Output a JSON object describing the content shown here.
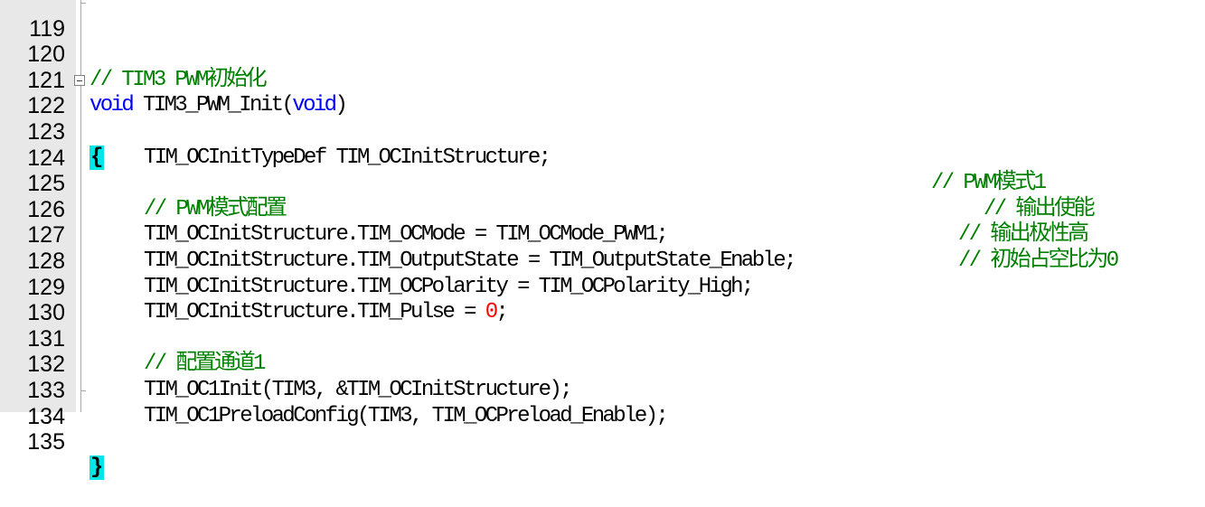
{
  "editor": {
    "lines": [
      {
        "num": "119"
      },
      {
        "num": "120",
        "comment": "// TIM3 PWM初始化"
      },
      {
        "num": "121",
        "kw1": "void",
        "text": " TIM3_PWM_Init(",
        "kw2": "void",
        "text2": ")"
      },
      {
        "num": "122",
        "brace": "{"
      },
      {
        "num": "123",
        "text": "TIM_OCInitTypeDef TIM_OCInitStructure;"
      },
      {
        "num": "124"
      },
      {
        "num": "125",
        "comment": "// PWM模式配置"
      },
      {
        "num": "126",
        "text": "TIM_OCInitStructure.TIM_OCMode = TIM_OCMode_PWM1;",
        "comment": "// PWM模式1"
      },
      {
        "num": "127",
        "text": "TIM_OCInitStructure.TIM_OutputState = TIM_OutputState_Enable;",
        "comment": "// 输出使能"
      },
      {
        "num": "128",
        "text": "TIM_OCInitStructure.TIM_OCPolarity = TIM_OCPolarity_High;",
        "comment": "// 输出极性高"
      },
      {
        "num": "129",
        "text": "TIM_OCInitStructure.TIM_Pulse = ",
        "number": "0",
        "text2": ";",
        "comment": "// 初始占空比为0"
      },
      {
        "num": "130"
      },
      {
        "num": "131",
        "comment": "// 配置通道1"
      },
      {
        "num": "132",
        "text": "TIM_OC1Init(TIM3, &TIM_OCInitStructure);"
      },
      {
        "num": "133",
        "text": "TIM_OC1PreloadConfig(TIM3, TIM_OCPreload_Enable);"
      },
      {
        "num": "134",
        "brace": "}"
      },
      {
        "num": "135"
      }
    ]
  }
}
